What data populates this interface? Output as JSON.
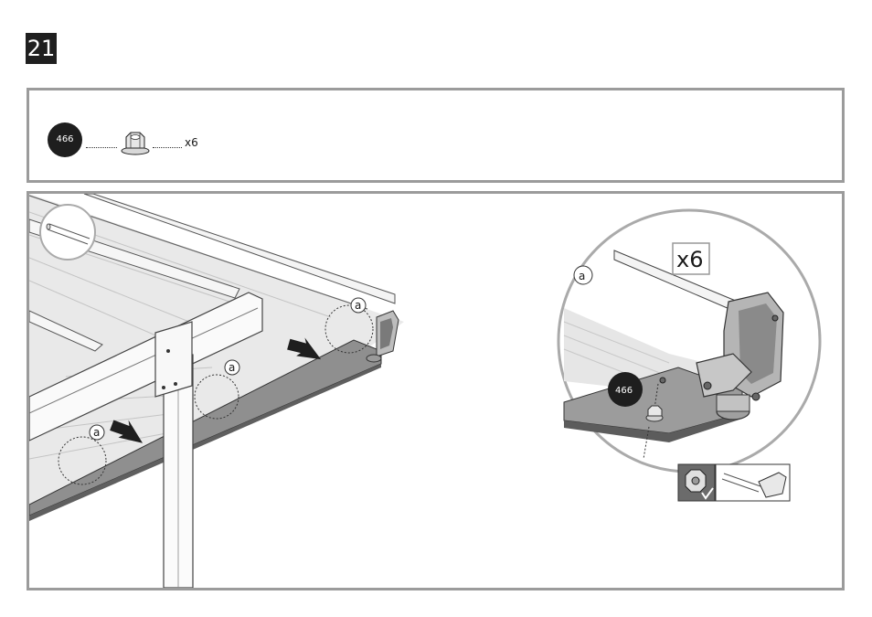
{
  "step": {
    "number": "21"
  },
  "parts": {
    "items": [
      {
        "id": "466",
        "icon": "hex-flange-nut-icon",
        "quantity": "x6"
      }
    ]
  },
  "diagram": {
    "callout_labels": [
      "a",
      "a",
      "a",
      "a"
    ],
    "detail": {
      "quantity": "x6",
      "part_id": "466"
    },
    "icons": [
      "tube-end-inset-icon",
      "push-arrow-icon",
      "hex-nut-tightened-icon",
      "hand-screwdriver-icon"
    ]
  }
}
